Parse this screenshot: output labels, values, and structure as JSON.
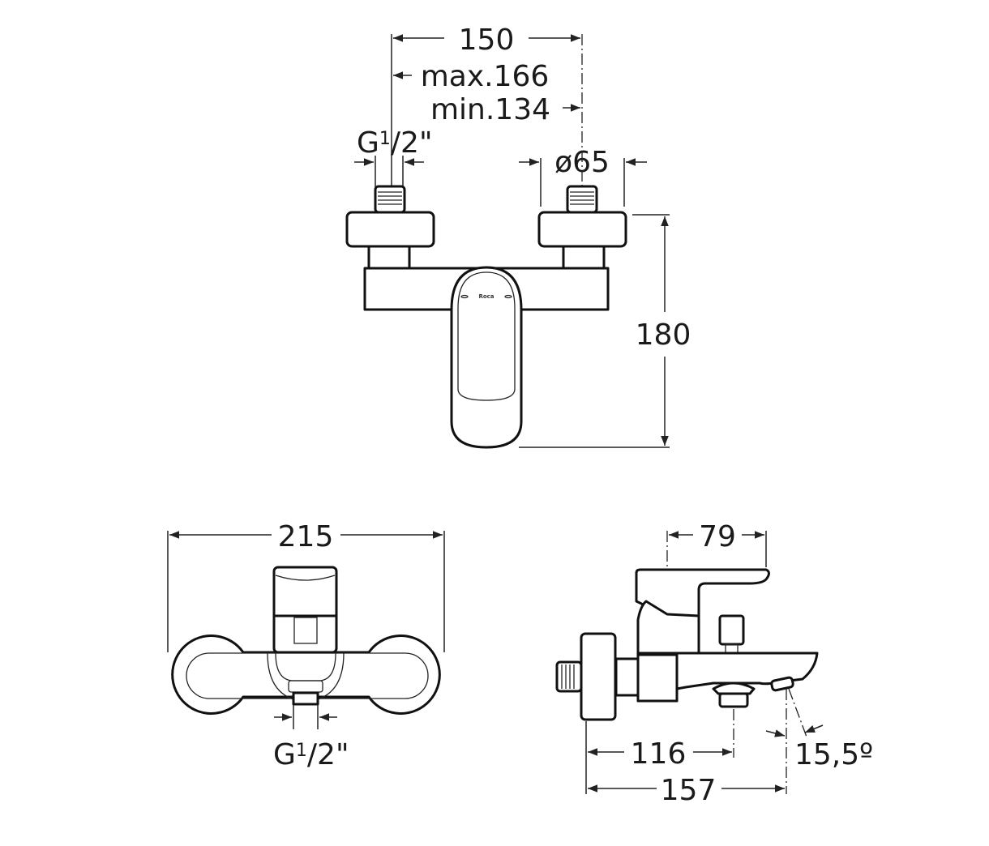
{
  "front_view": {
    "spacing": "150",
    "spacing_max": "max.166",
    "spacing_min": "min.134",
    "inlet_thread": {
      "base": "G",
      "num": "1",
      "den": "/2\""
    },
    "escutcheon_diameter": "ø65",
    "height": "180",
    "logo": "Roca"
  },
  "top_view": {
    "width": "215",
    "outlet_thread": {
      "base": "G",
      "num": "1",
      "den": "/2\""
    }
  },
  "side_view": {
    "handle_offset": "79",
    "outlet_distance": "116",
    "spout_projection": "157",
    "spout_angle": "15,5º"
  }
}
